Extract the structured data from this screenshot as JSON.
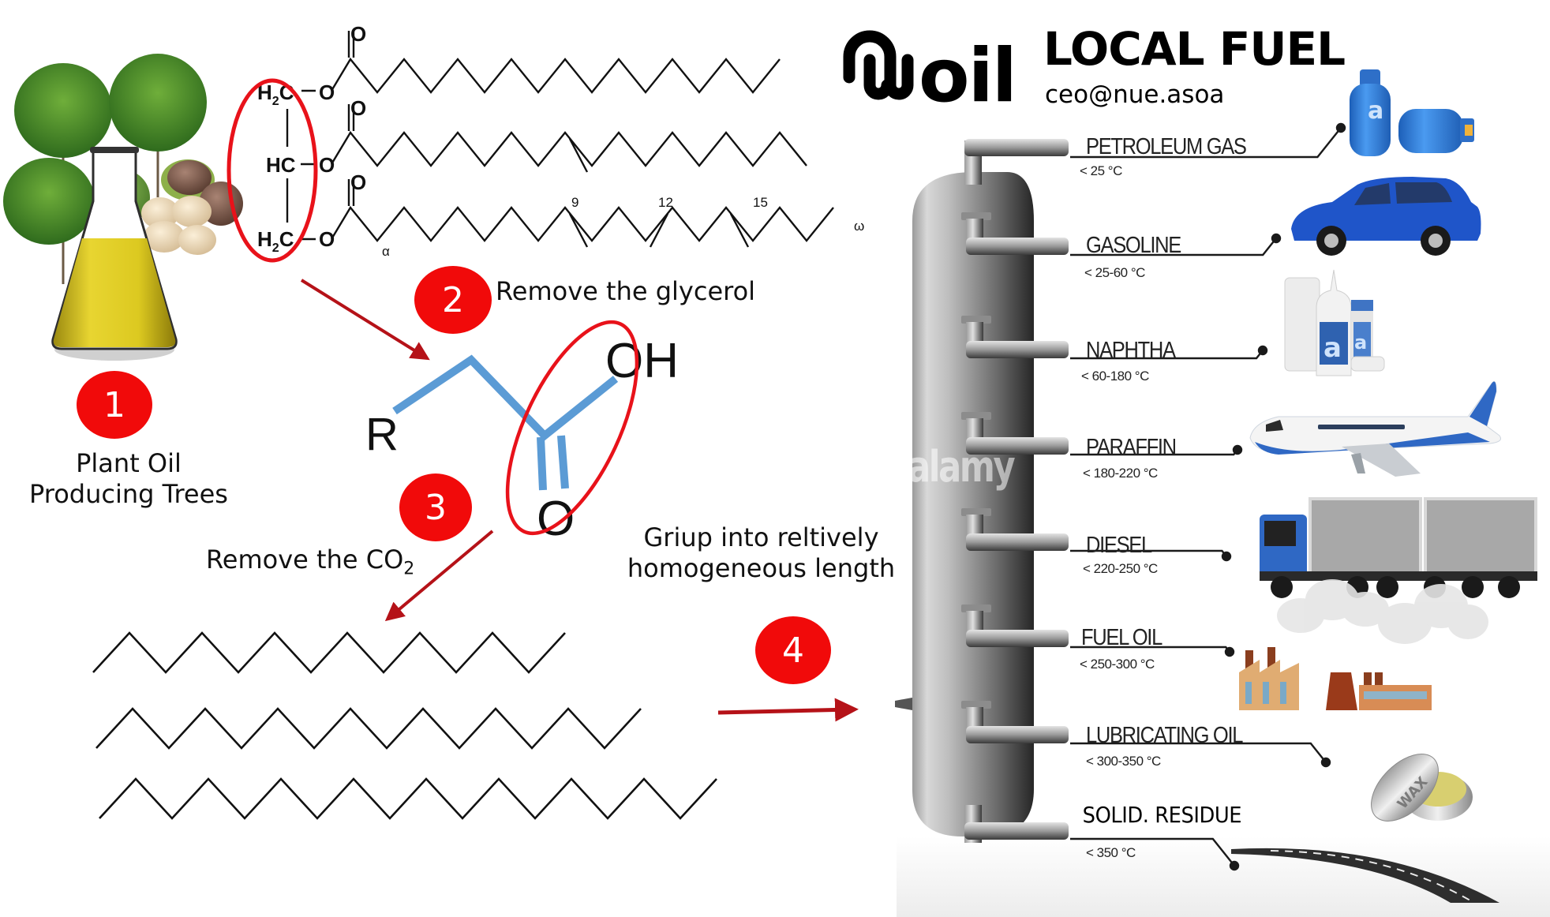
{
  "brand": {
    "logo_text": "oil",
    "title": "LOCAL FUEL",
    "email": "ceo@nue.asoa"
  },
  "steps": [
    {
      "number": "1",
      "label_line1": "Plant Oil",
      "label_line2": "Producing Trees"
    },
    {
      "number": "2",
      "label": "Remove the glycerol"
    },
    {
      "number": "3",
      "label_prefix": "Remove the CO",
      "label_subscript": "2"
    },
    {
      "number": "4",
      "label_line1": "Griup into reltively",
      "label_line2": "homogeneous length"
    }
  ],
  "triglyceride": {
    "backbone": [
      "H2C",
      "HC",
      "H2C"
    ],
    "ester_oxygen": "O",
    "carbonyl_oxygen": "O",
    "double_bond_positions": [
      "9",
      "12",
      "15"
    ],
    "alpha_label": "α",
    "omega_label": "ω"
  },
  "fatty_acid": {
    "r_group": "R",
    "hydroxyl": "OH",
    "carbonyl_oxygen": "O"
  },
  "distillation": {
    "watermark": "alamy",
    "fractions": [
      {
        "name": "PETROLEUM GAS",
        "temp": "< 25 °C",
        "product": "gas cylinders"
      },
      {
        "name": "GASOLINE",
        "temp": "< 25-60 °C",
        "product": "car"
      },
      {
        "name": "NAPHTHA",
        "temp": "< 60-180 °C",
        "product": "chemical bottles"
      },
      {
        "name": "PARAFFIN",
        "temp": "< 180-220 °C",
        "product": "airplane"
      },
      {
        "name": "DIESEL",
        "temp": "< 220-250 °C",
        "product": "truck"
      },
      {
        "name": "FUEL OIL",
        "temp": "< 250-300 °C",
        "product": "factory"
      },
      {
        "name": "LUBRICATING OIL",
        "temp": "< 300-350 °C",
        "product": "wax tin"
      },
      {
        "name": "SOLID. RESIDUE",
        "temp": "< 350 °C",
        "product": "road"
      }
    ],
    "wax_label": "WAX",
    "bottle_letter": "a"
  },
  "colors": {
    "badge_red": "#f10a0a",
    "arrow_red": "#b51218",
    "ellipse_red": "#e8121a",
    "bond_blue": "#5b9bd5",
    "column_gray": "#7d7d7d",
    "vehicle_blue": "#1f55c9",
    "oil_yellow": "#d8c21a"
  }
}
